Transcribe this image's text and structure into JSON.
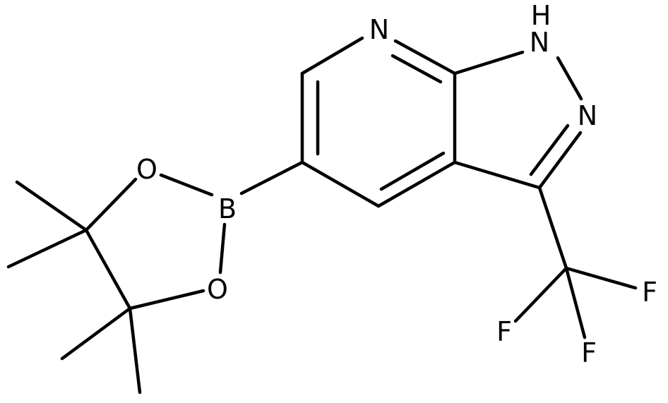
{
  "molecule": {
    "atoms": {
      "n_pyridine": "N",
      "nh": "H",
      "n1": "N",
      "n2": "N",
      "b": "B",
      "o_upper": "O",
      "o_lower": "O",
      "f1": "F",
      "f2": "F",
      "f3": "F"
    }
  }
}
